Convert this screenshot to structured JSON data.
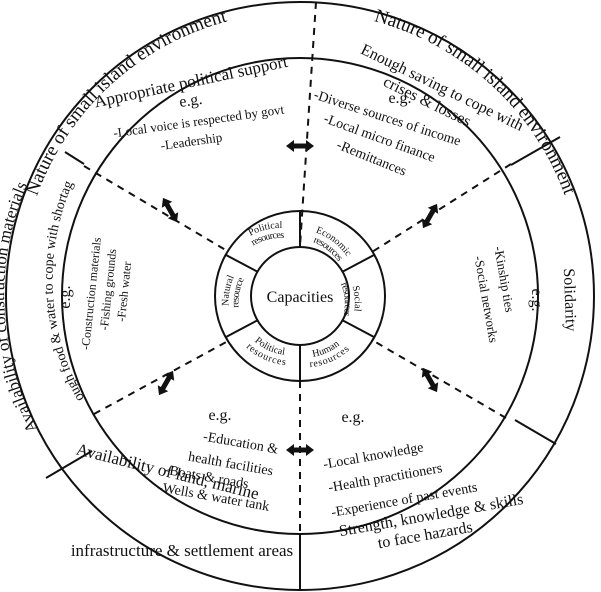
{
  "center": {
    "label": "Capacities"
  },
  "inner_ring": {
    "political_top": [
      "Political",
      "resources"
    ],
    "economic": [
      "Economic",
      "resources"
    ],
    "social": [
      "Social",
      "resources"
    ],
    "human": [
      "Human",
      "resources"
    ],
    "political_bottom": [
      "Political",
      "resources"
    ],
    "natural": [
      "Natural",
      "resource"
    ]
  },
  "outer_ring": {
    "top_left": "Nature of small island environment",
    "top_right": "Nature of small island environment",
    "left": "Availability of construction materials",
    "bottom_left_line1": "Availability of land, marine",
    "bottom_left_line2": "infrastructure & settlement areas",
    "bottom_right_line1": "Strength, knowledge & skills",
    "bottom_right_line2": "to face hazards"
  },
  "middle_ring": {
    "top_left": "Appropriate political support",
    "top_right_line1": "Enough saving to cope with",
    "top_right_line2": "crises & losses",
    "left": "Enough food & water to cope with shortages",
    "right": "Solidarity"
  },
  "sectors": {
    "top_left": {
      "eg": "e.g.",
      "lines": [
        "-Local voice is respected by govt",
        "-Leadership"
      ]
    },
    "top_right": {
      "eg": "e.g.",
      "lines": [
        "-Diverse sources of income",
        "-Local micro finance",
        "-Remittances"
      ]
    },
    "left": {
      "eg": "e.g.",
      "lines": [
        "-Construction materials",
        "-Fishing grounds",
        "-Fresh water"
      ]
    },
    "right": {
      "eg": "e.g.",
      "lines": [
        "-Kinship ties",
        "-Social networks"
      ]
    },
    "bottom_left": {
      "eg": "e.g.",
      "lines": [
        "-Education &",
        "health facilities",
        "-Boats & roads",
        "-Wells & water tank"
      ]
    },
    "bottom_right": {
      "eg": "e.g.",
      "lines": [
        "-Local knowledge",
        "-Health practitioners",
        "-Experience of past events"
      ]
    }
  }
}
